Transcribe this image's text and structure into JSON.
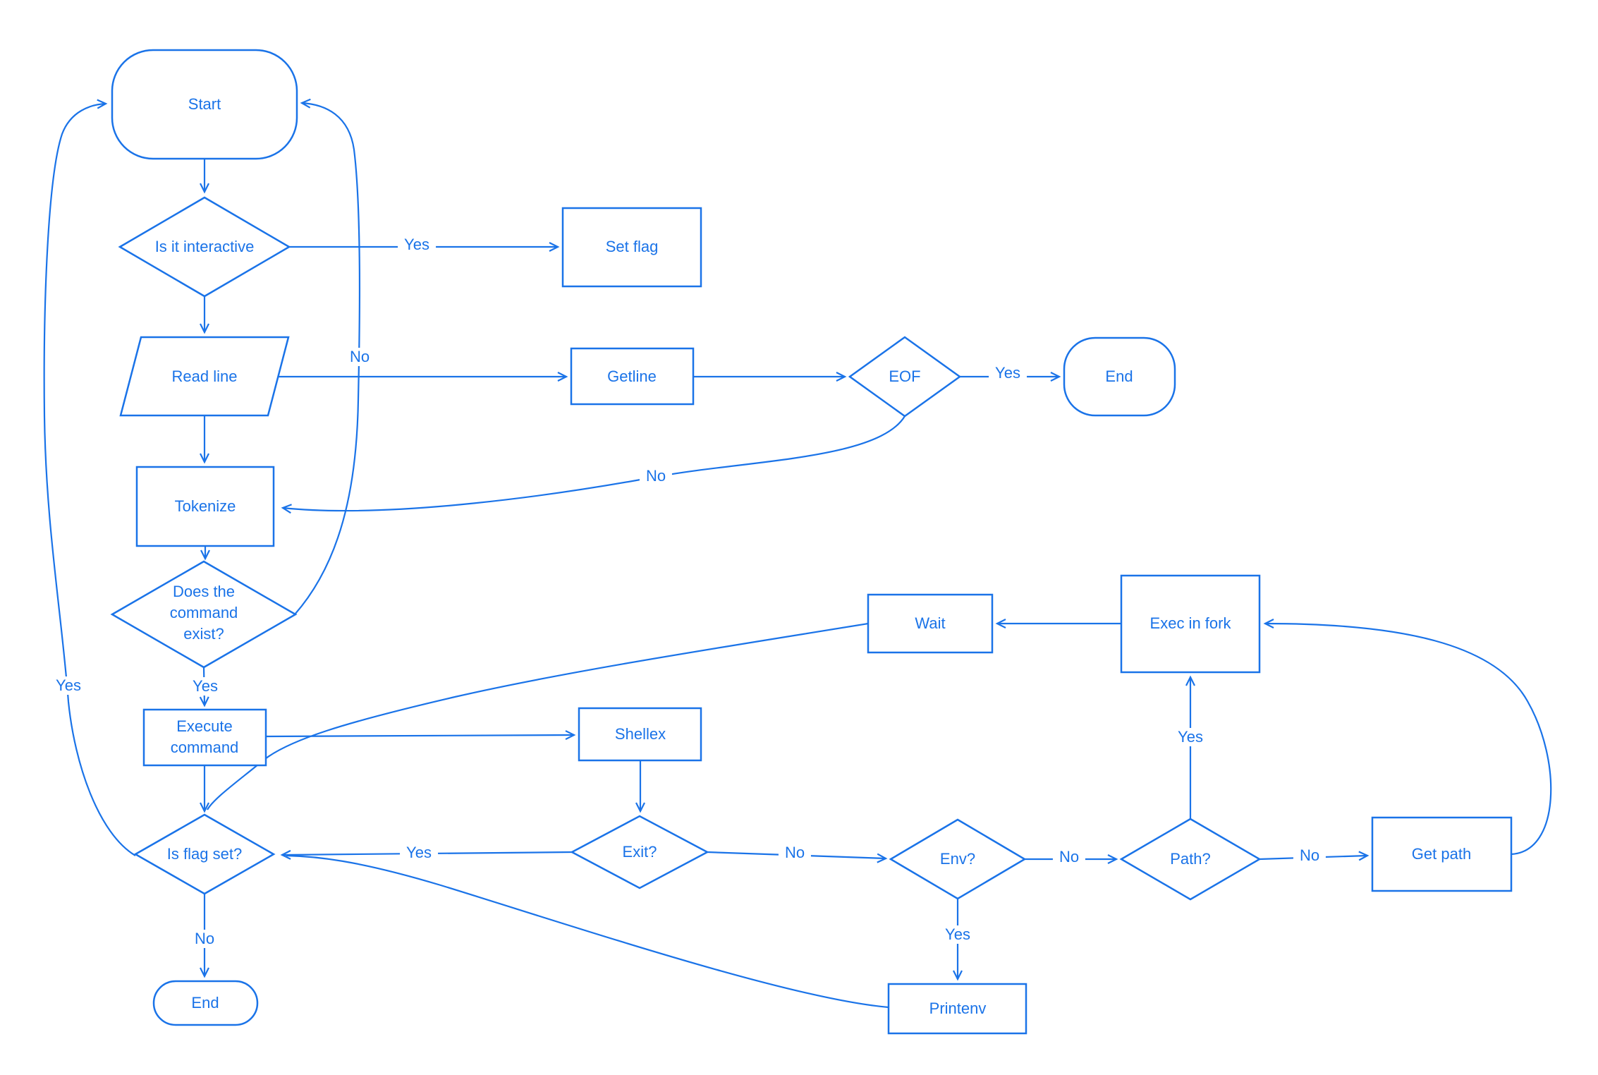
{
  "diagram": {
    "accent_color": "#1A73E8",
    "background_color": "#ffffff",
    "nodes": {
      "start": {
        "label": "Start",
        "shape": "terminator"
      },
      "is_interactive": {
        "label": "Is it interactive",
        "shape": "decision"
      },
      "set_flag": {
        "label": "Set flag",
        "shape": "process"
      },
      "read_line": {
        "label": "Read line",
        "shape": "input-output"
      },
      "getline": {
        "label": "Getline",
        "shape": "process"
      },
      "eof": {
        "label": "EOF",
        "shape": "decision"
      },
      "end_top": {
        "label": "End",
        "shape": "terminator"
      },
      "tokenize": {
        "label": "Tokenize",
        "shape": "process"
      },
      "command_exist": {
        "label": "Does the command exist?",
        "shape": "decision"
      },
      "execute_command": {
        "label": "Execute command",
        "shape": "process"
      },
      "shellex": {
        "label": "Shellex",
        "shape": "process"
      },
      "wait": {
        "label": "Wait",
        "shape": "process"
      },
      "exec_in_fork": {
        "label": "Exec in fork",
        "shape": "process"
      },
      "is_flag_set": {
        "label": "Is flag set?",
        "shape": "decision"
      },
      "exit": {
        "label": "Exit?",
        "shape": "decision"
      },
      "env": {
        "label": "Env?",
        "shape": "decision"
      },
      "path": {
        "label": "Path?",
        "shape": "decision"
      },
      "get_path": {
        "label": "Get path",
        "shape": "process"
      },
      "printenv": {
        "label": "Printenv",
        "shape": "process"
      },
      "end_bottom": {
        "label": "End",
        "shape": "terminator"
      }
    },
    "edges": [
      {
        "from": "start",
        "to": "is_interactive",
        "label": ""
      },
      {
        "from": "is_interactive",
        "to": "set_flag",
        "label": "Yes"
      },
      {
        "from": "is_interactive",
        "to": "read_line",
        "label": ""
      },
      {
        "from": "read_line",
        "to": "getline",
        "label": ""
      },
      {
        "from": "getline",
        "to": "eof",
        "label": ""
      },
      {
        "from": "eof",
        "to": "end_top",
        "label": "Yes"
      },
      {
        "from": "eof",
        "to": "tokenize",
        "label": "No"
      },
      {
        "from": "read_line",
        "to": "tokenize",
        "label": ""
      },
      {
        "from": "tokenize",
        "to": "command_exist",
        "label": ""
      },
      {
        "from": "command_exist",
        "to": "execute_command",
        "label": "Yes"
      },
      {
        "from": "command_exist",
        "to": "start",
        "label": "No"
      },
      {
        "from": "execute_command",
        "to": "shellex",
        "label": ""
      },
      {
        "from": "shellex",
        "to": "exit",
        "label": ""
      },
      {
        "from": "exit",
        "to": "is_flag_set",
        "label": "Yes"
      },
      {
        "from": "exit",
        "to": "env",
        "label": "No"
      },
      {
        "from": "env",
        "to": "path",
        "label": "No"
      },
      {
        "from": "env",
        "to": "printenv",
        "label": "Yes"
      },
      {
        "from": "path",
        "to": "exec_in_fork",
        "label": "Yes"
      },
      {
        "from": "path",
        "to": "get_path",
        "label": "No"
      },
      {
        "from": "get_path",
        "to": "exec_in_fork",
        "label": ""
      },
      {
        "from": "exec_in_fork",
        "to": "wait",
        "label": ""
      },
      {
        "from": "wait",
        "to": "is_flag_set",
        "label": ""
      },
      {
        "from": "execute_command",
        "to": "is_flag_set",
        "label": ""
      },
      {
        "from": "is_flag_set",
        "to": "end_bottom",
        "label": "No"
      },
      {
        "from": "is_flag_set",
        "to": "start",
        "label": "Yes"
      },
      {
        "from": "printenv",
        "to": "is_flag_set",
        "label": ""
      }
    ]
  }
}
